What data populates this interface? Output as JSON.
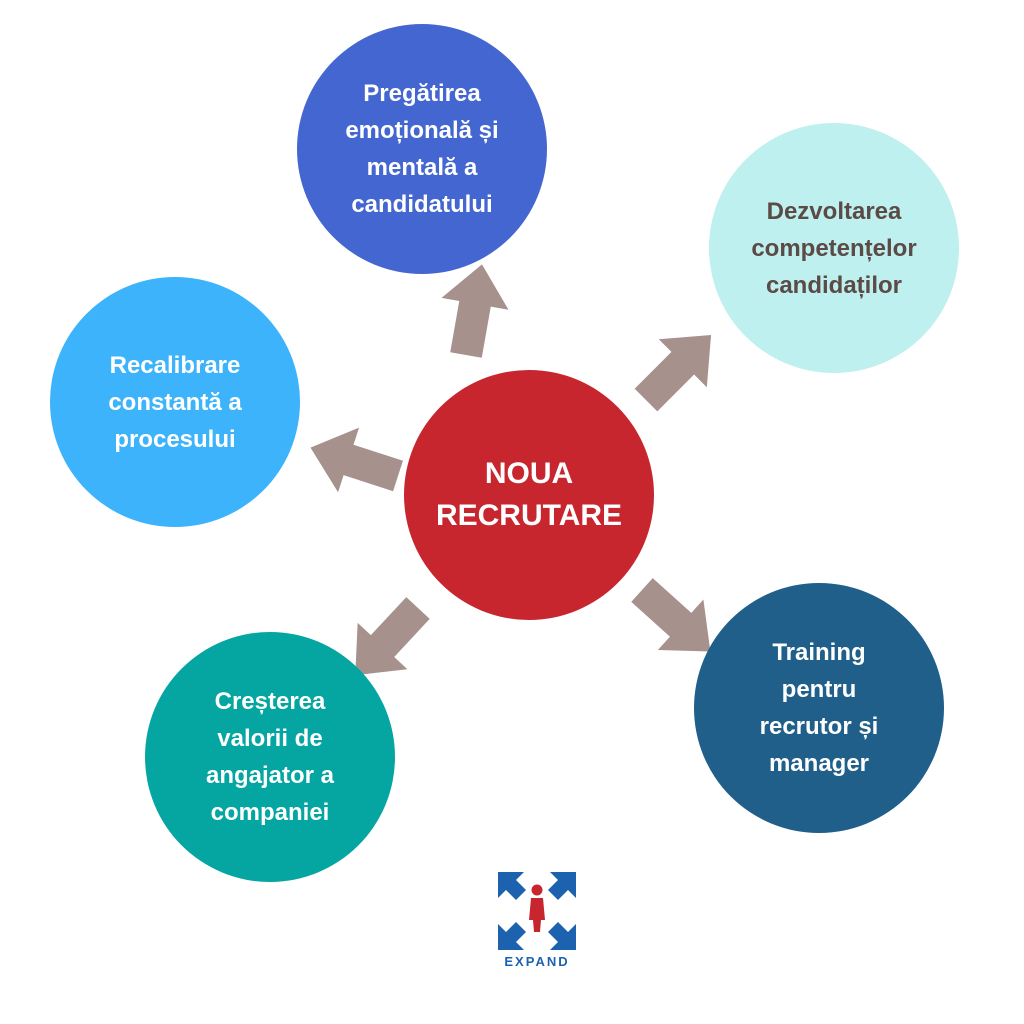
{
  "diagram": {
    "center": {
      "label": "NOUA\nRECRUTARE",
      "fill": "#c8262f",
      "text_color": "#ffffff"
    },
    "nodes": [
      {
        "id": "top",
        "label": "Pregătirea\nemoțională și\nmentală a\ncandidatului",
        "fill": "#4466d0",
        "text_color": "#ffffff"
      },
      {
        "id": "right",
        "label": "Dezvoltarea\ncompetențelor\ncandidaților",
        "fill": "#bdf0ef",
        "text_color": "#5b4a45"
      },
      {
        "id": "left",
        "label": "Recalibrare\nconstantă a\nprocesului",
        "fill": "#3db3fb",
        "text_color": "#ffffff"
      },
      {
        "id": "bottomleft",
        "label": "Creșterea\nvalorii de\nangajator a\ncompaniei",
        "fill": "#05a6a2",
        "text_color": "#ffffff"
      },
      {
        "id": "bottomright",
        "label": "Training\npentru\nrecrutor și\nmanager",
        "fill": "#1f5f8a",
        "text_color": "#ffffff"
      }
    ],
    "arrow_color": "#a6918d"
  },
  "logo": {
    "text": "EXPAND",
    "arrow_color": "#1d62ae",
    "figure_color": "#c8262f"
  }
}
